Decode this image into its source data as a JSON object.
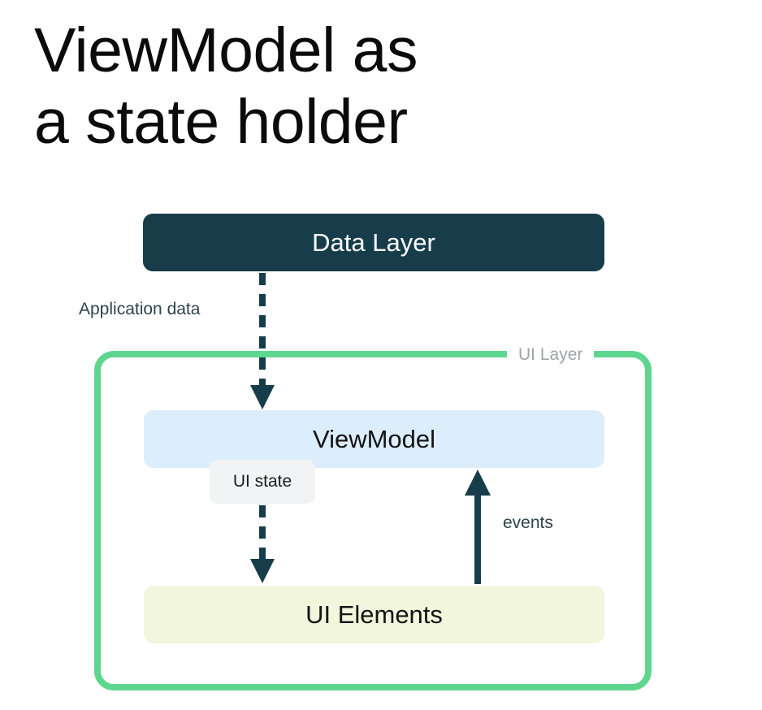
{
  "title": {
    "line1": "ViewModel as",
    "line2": "a state holder"
  },
  "diagram": {
    "data_layer": {
      "label": "Data Layer"
    },
    "application_data_label": "Application data",
    "ui_layer": {
      "label": "UI Layer",
      "viewmodel": {
        "label": "ViewModel"
      },
      "ui_state_label": "UI state",
      "ui_elements": {
        "label": "UI Elements"
      },
      "events_label": "events"
    }
  },
  "colors": {
    "data_layer_fill": "#173d4b",
    "viewmodel_fill": "#dcedfb",
    "ui_elements_fill": "#f2f6dc",
    "ui_layer_border": "#5ed68e",
    "arrow": "#173d4b"
  }
}
